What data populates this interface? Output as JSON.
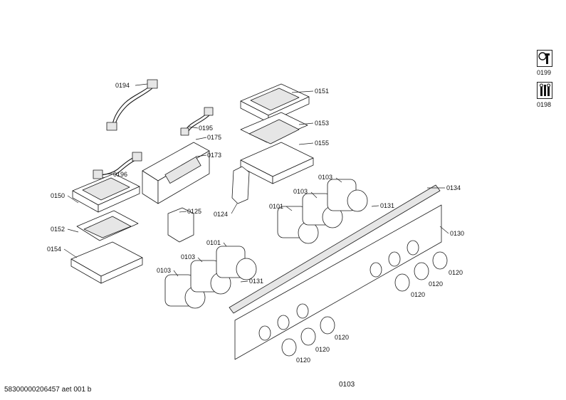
{
  "labels": {
    "p0194": "0194",
    "p0195": "0195",
    "p0196": "0196",
    "p0175": "0175",
    "p0173": "0173",
    "p0151": "0151",
    "p0153": "0153",
    "p0155": "0155",
    "p0150": "0150",
    "p0152": "0152",
    "p0154": "0154",
    "p0125": "0125",
    "p0124": "0124",
    "p0103a": "0103",
    "p0103b": "0103",
    "p0101a": "0101",
    "p0131a": "0131",
    "p0134": "0134",
    "p0130": "0130",
    "p0101b": "0101",
    "p0103c": "0103",
    "p0103d": "0103",
    "p0131b": "0131",
    "p0120a": "0120",
    "p0120b": "0120",
    "p0120c": "0120",
    "p0120d": "0120",
    "p0120e": "0120",
    "p0120f": "0120"
  },
  "side_icons": [
    {
      "label": "0199",
      "icon": "wrench-icon"
    },
    {
      "label": "0198",
      "icon": "tools-icon"
    }
  ],
  "footer": {
    "doc_id": "58300000206457 aet 001 b",
    "page_ref": "0103"
  }
}
